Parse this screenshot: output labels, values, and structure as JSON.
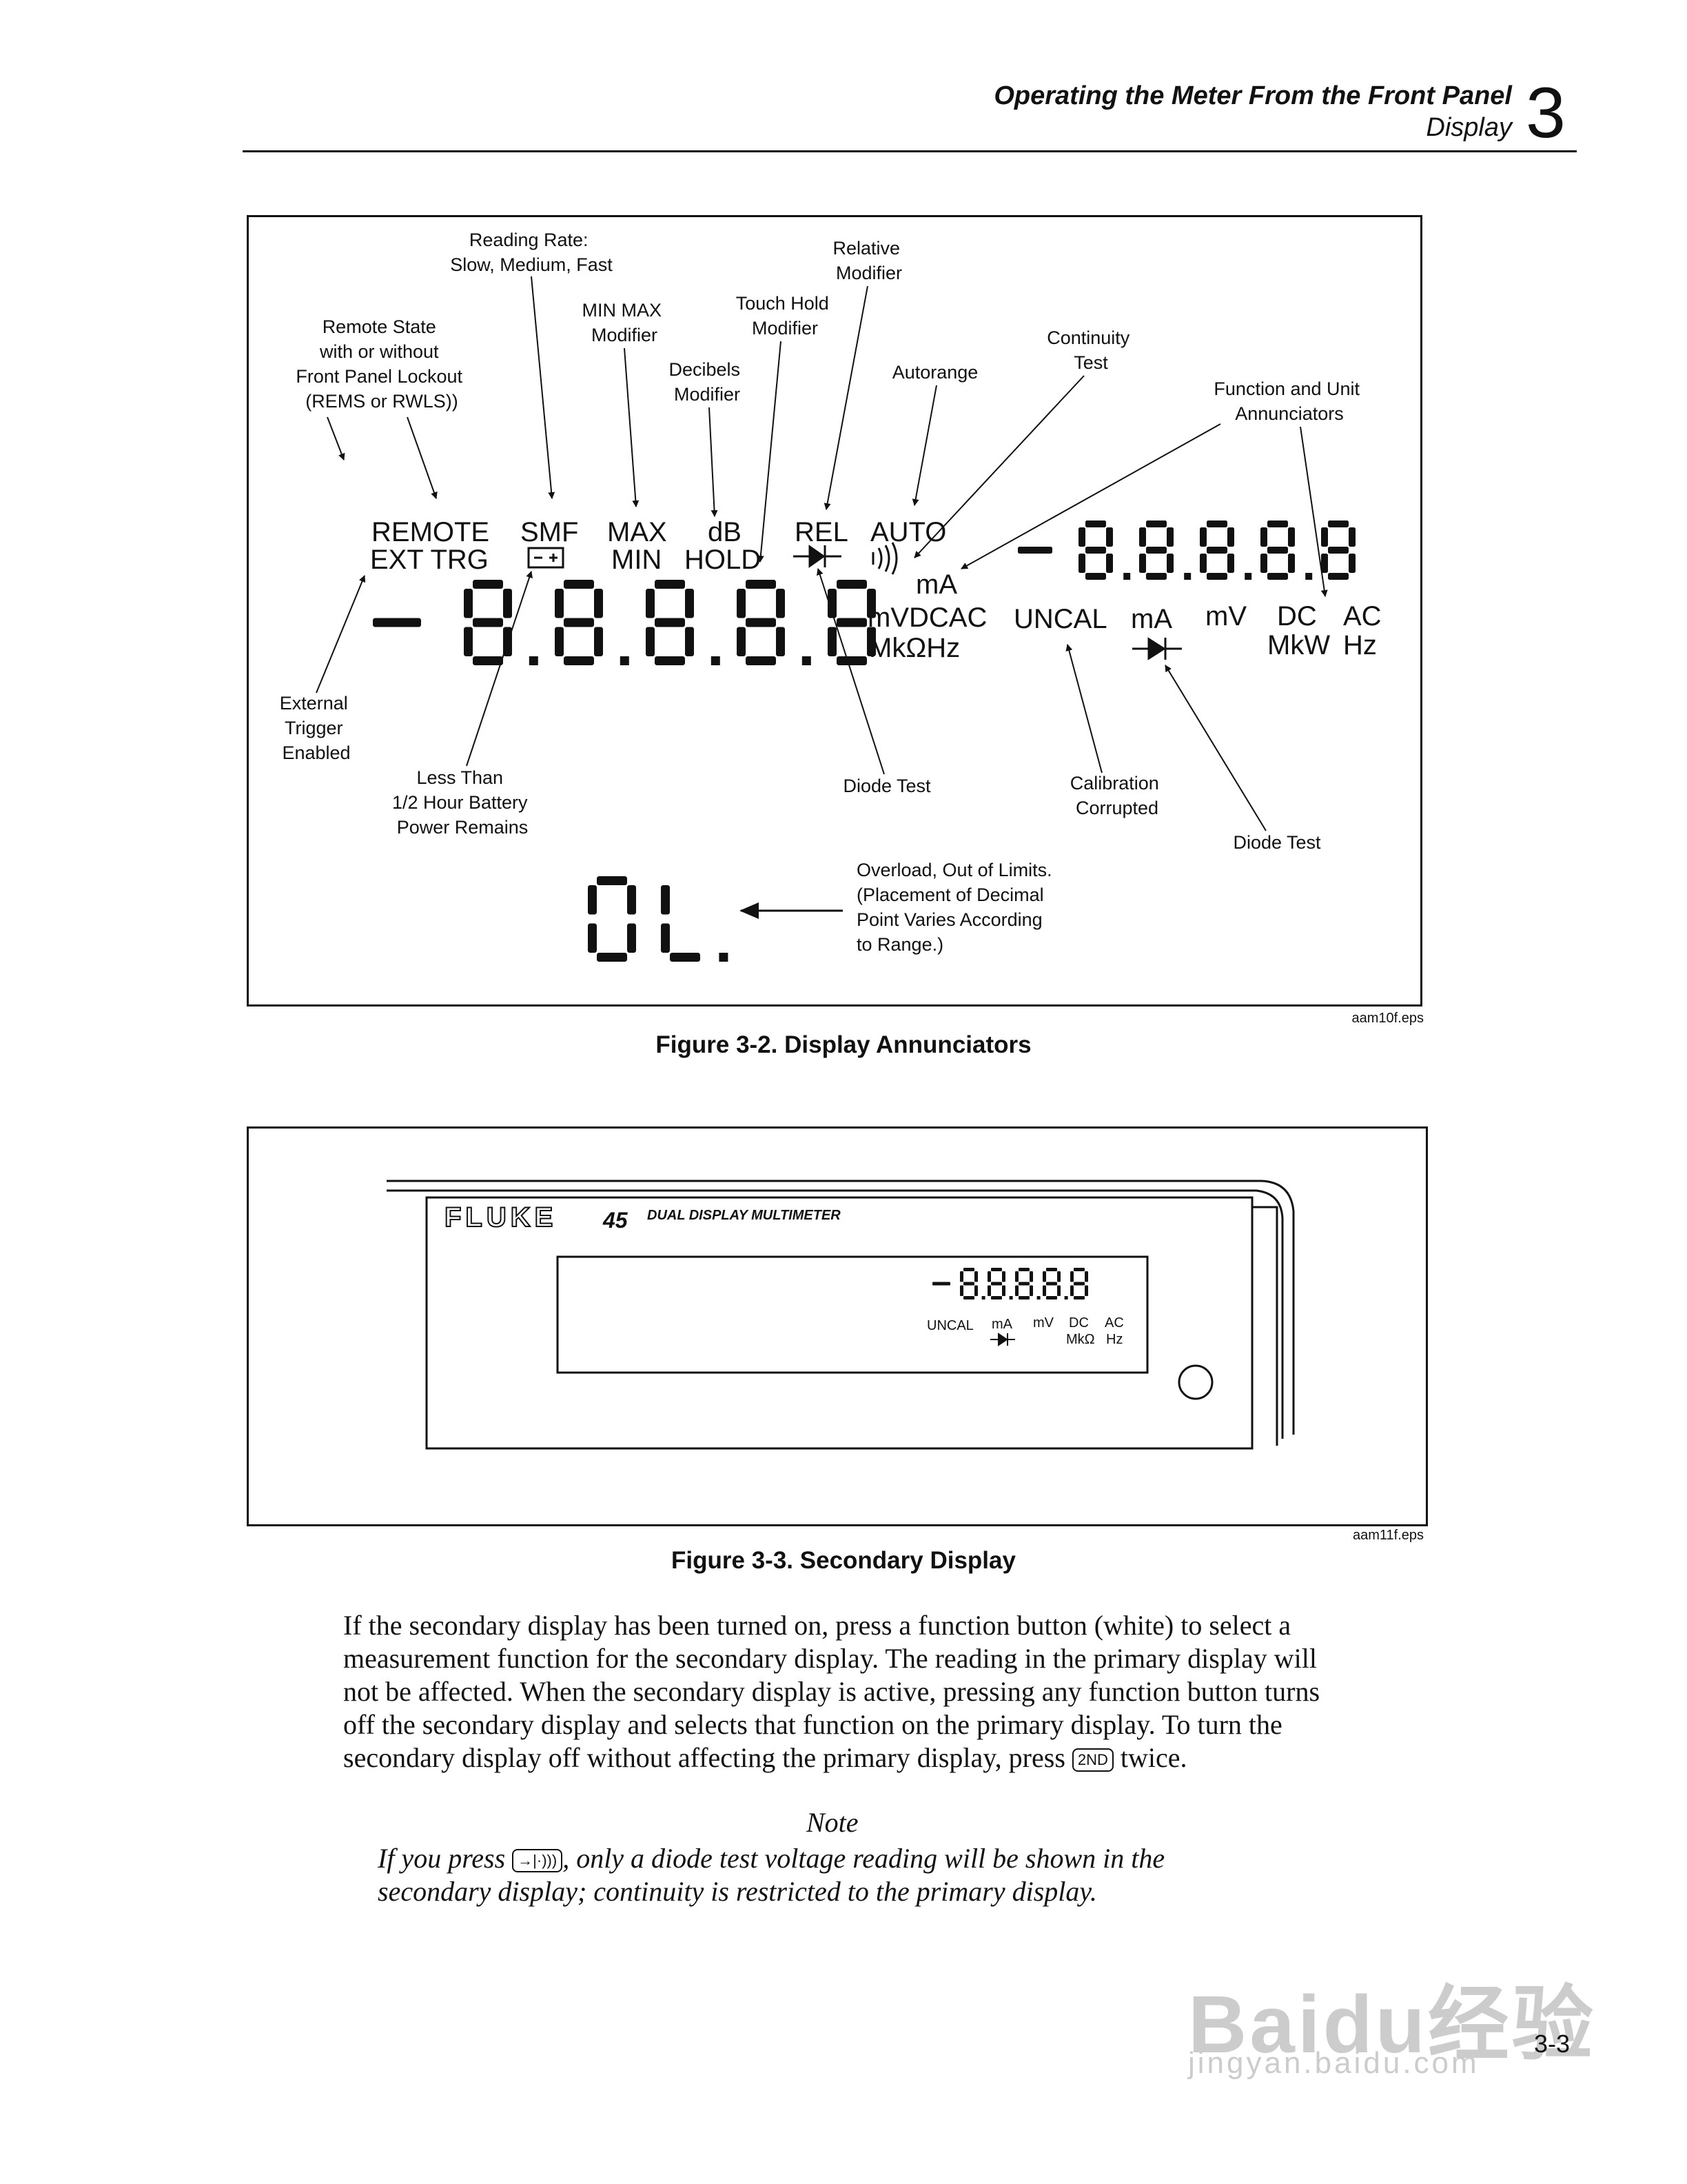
{
  "header": {
    "title": "Operating the Meter From the Front Panel",
    "subtitle": "Display",
    "chapter": "3"
  },
  "figure1": {
    "caption": "Figure 3-2. Display Annunciators",
    "eps": "aam10f.eps",
    "annotations": {
      "remote_state": [
        "Remote State",
        "with or without",
        "Front Panel Lockout",
        "(REMS or RWLS))"
      ],
      "reading_rate": [
        "Reading Rate:",
        "Slow, Medium, Fast"
      ],
      "minmax": [
        "MIN MAX",
        "Modifier"
      ],
      "decibels": [
        "Decibels",
        "Modifier"
      ],
      "touch_hold": [
        "Touch Hold",
        "Modifier"
      ],
      "relative": [
        "Relative",
        "Modifier"
      ],
      "autorange": "Autorange",
      "continuity": [
        "Continuity",
        "Test"
      ],
      "function_unit": [
        "Function and Unit",
        "Annunciators"
      ],
      "external_trigger": [
        "External",
        "Trigger",
        "Enabled"
      ],
      "battery": [
        "Less Than",
        "1/2 Hour Battery",
        "Power Remains"
      ],
      "diode_test_primary": "Diode Test",
      "calibration": [
        "Calibration",
        "Corrupted"
      ],
      "diode_test_secondary": "Diode Test",
      "overload": [
        "Overload, Out of Limits.",
        "(Placement of Decimal",
        "Point Varies According",
        "to Range.)"
      ]
    },
    "lcd": {
      "remote": "REMOTE",
      "ext_trg": "EXT TRG",
      "smf": "SMF",
      "max": "MAX",
      "min": "MIN",
      "db": "dB",
      "hold": "HOLD",
      "rel": "REL",
      "auto": "AUTO",
      "ma_primary": "mA",
      "units_primary_1": "mVDCAC",
      "units_primary_2": "MkΩHz",
      "uncal": "UNCAL",
      "ma_secondary": "mA",
      "mv_secondary": "mV",
      "dc": "DC",
      "ac": "AC",
      "mkw": "MkW",
      "hz": "Hz",
      "primary_digits": "-8.8.8.8.8",
      "secondary_digits": "-8.8.8.8.8",
      "overload_digits": "OL."
    }
  },
  "figure2": {
    "caption": "Figure 3-3. Secondary Display",
    "eps": "aam11f.eps",
    "brand": "FLUKE",
    "model": "45",
    "model_desc": "DUAL DISPLAY MULTIMETER",
    "lcd": {
      "digits": "-8.8.8.8.8",
      "uncal": "UNCAL",
      "ma": "mA",
      "mv": "mV",
      "dc": "DC",
      "ac": "AC",
      "mkohm": "MkΩ",
      "hz": "Hz"
    }
  },
  "body": {
    "line1": "If the secondary display has been turned on, press a function button (white) to select a",
    "line2": "measurement function for the secondary display. The reading in the primary display will",
    "line3": "not be affected. When the secondary display is active, pressing any function button turns",
    "line4": "off the secondary display and selects that function on the primary display. To turn the",
    "line5_before": "secondary display off without affecting the primary display, press",
    "line5_key": "2ND",
    "line5_after": "twice."
  },
  "note": {
    "title": "Note",
    "line1_before": "If you press",
    "line1_key": "→|·)))",
    "line1_after": ", only a diode test voltage reading will be shown in the",
    "line2": "secondary display; continuity is restricted to the primary display."
  },
  "watermark": {
    "brand": "Baidu经验",
    "url": "jingyan.baidu.com"
  },
  "page_number": "3-3"
}
